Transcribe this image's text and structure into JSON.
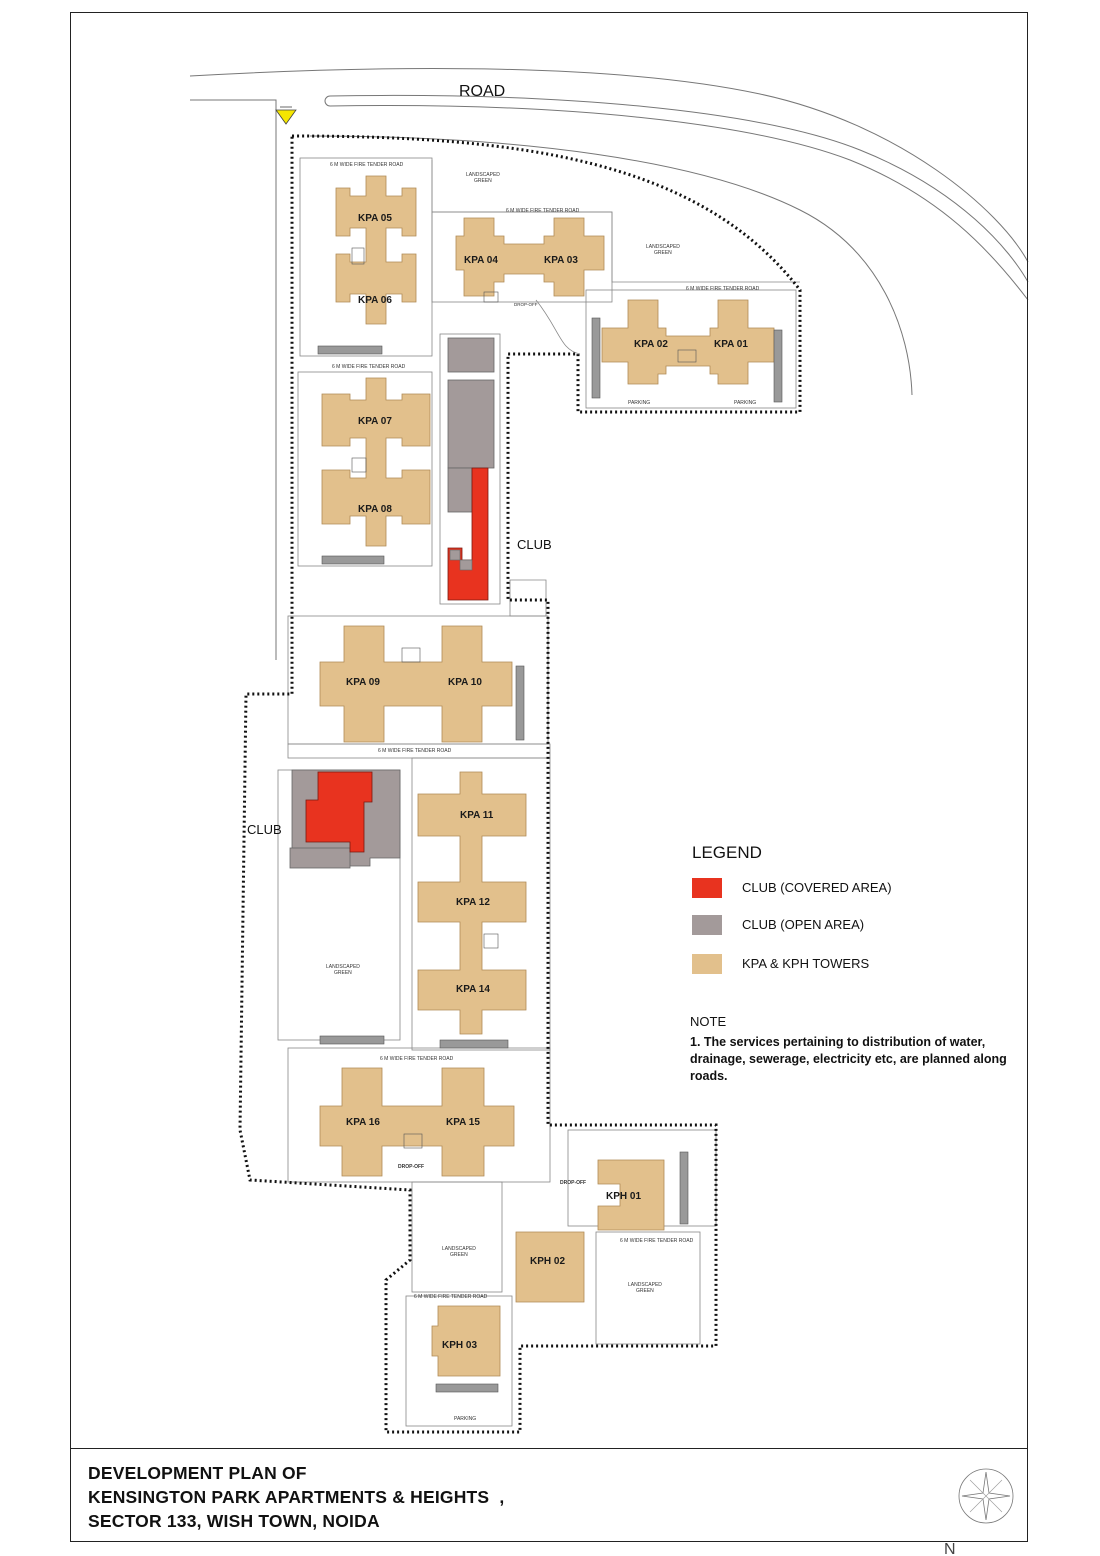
{
  "road_label": "ROAD",
  "club_label_top": "CLUB",
  "club_label_left": "CLUB",
  "fire_road_label": "6 M WIDE FIRE TENDER ROAD",
  "parking_label": "PARKING",
  "dropoff_label": "DROP-OFF",
  "green_label_line1": "LANDSCAPED",
  "green_label_line2": "GREEN",
  "towers": {
    "kpa05": "KPA 05",
    "kpa06": "KPA 06",
    "kpa04": "KPA 04",
    "kpa03": "KPA 03",
    "kpa02": "KPA 02",
    "kpa01": "KPA 01",
    "kpa07": "KPA 07",
    "kpa08": "KPA 08",
    "kpa09": "KPA 09",
    "kpa10": "KPA 10",
    "kpa11": "KPA 11",
    "kpa12": "KPA 12",
    "kpa14": "KPA 14",
    "kpa16": "KPA 16",
    "kpa15": "KPA 15",
    "kph01": "KPH 01",
    "kph02": "KPH 02",
    "kph03": "KPH 03"
  },
  "legend": {
    "title": "LEGEND",
    "items": [
      {
        "label": "CLUB (COVERED AREA)",
        "color": "#e8331f"
      },
      {
        "label": "CLUB  (OPEN AREA)",
        "color": "#a39a9a"
      },
      {
        "label": "KPA & KPH TOWERS",
        "color": "#e2c08c"
      }
    ]
  },
  "note": {
    "title": "NOTE",
    "text": "1. The services pertaining to distribution of water, drainage, sewerage, electricity etc, are planned along roads."
  },
  "title_block": {
    "line1": "DEVELOPMENT PLAN OF",
    "line2": "KENSINGTON PARK APARTMENTS & HEIGHTS  ,",
    "line3": "SECTOR 133, WISH TOWN, NOIDA"
  },
  "compass_letter": "N",
  "colors": {
    "tower": "#e2c08c",
    "club_covered": "#e8331f",
    "club_open": "#a39a9a",
    "line": "#555555",
    "boundary": "#111111",
    "entry_marker": "#f5e600"
  }
}
